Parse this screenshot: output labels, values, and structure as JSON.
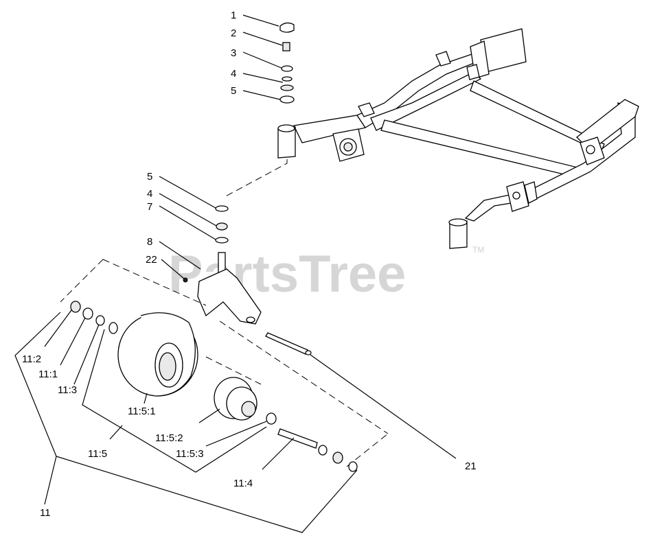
{
  "watermark": {
    "text": "PartsTree",
    "trademark": "TM"
  },
  "callouts": {
    "c1": "1",
    "c2": "2",
    "c3": "3",
    "c4a": "4",
    "c5a": "5",
    "c5b": "5",
    "c4b": "4",
    "c7": "7",
    "c8": "8",
    "c22": "22",
    "c11_2": "11:2",
    "c11_1": "11:1",
    "c11_3": "11:3",
    "c11_5_1": "11:5:1",
    "c11_5_2": "11:5:2",
    "c11_5_3": "11:5:3",
    "c11_5": "11:5",
    "c11_4": "11:4",
    "c11": "11",
    "c21": "21"
  }
}
